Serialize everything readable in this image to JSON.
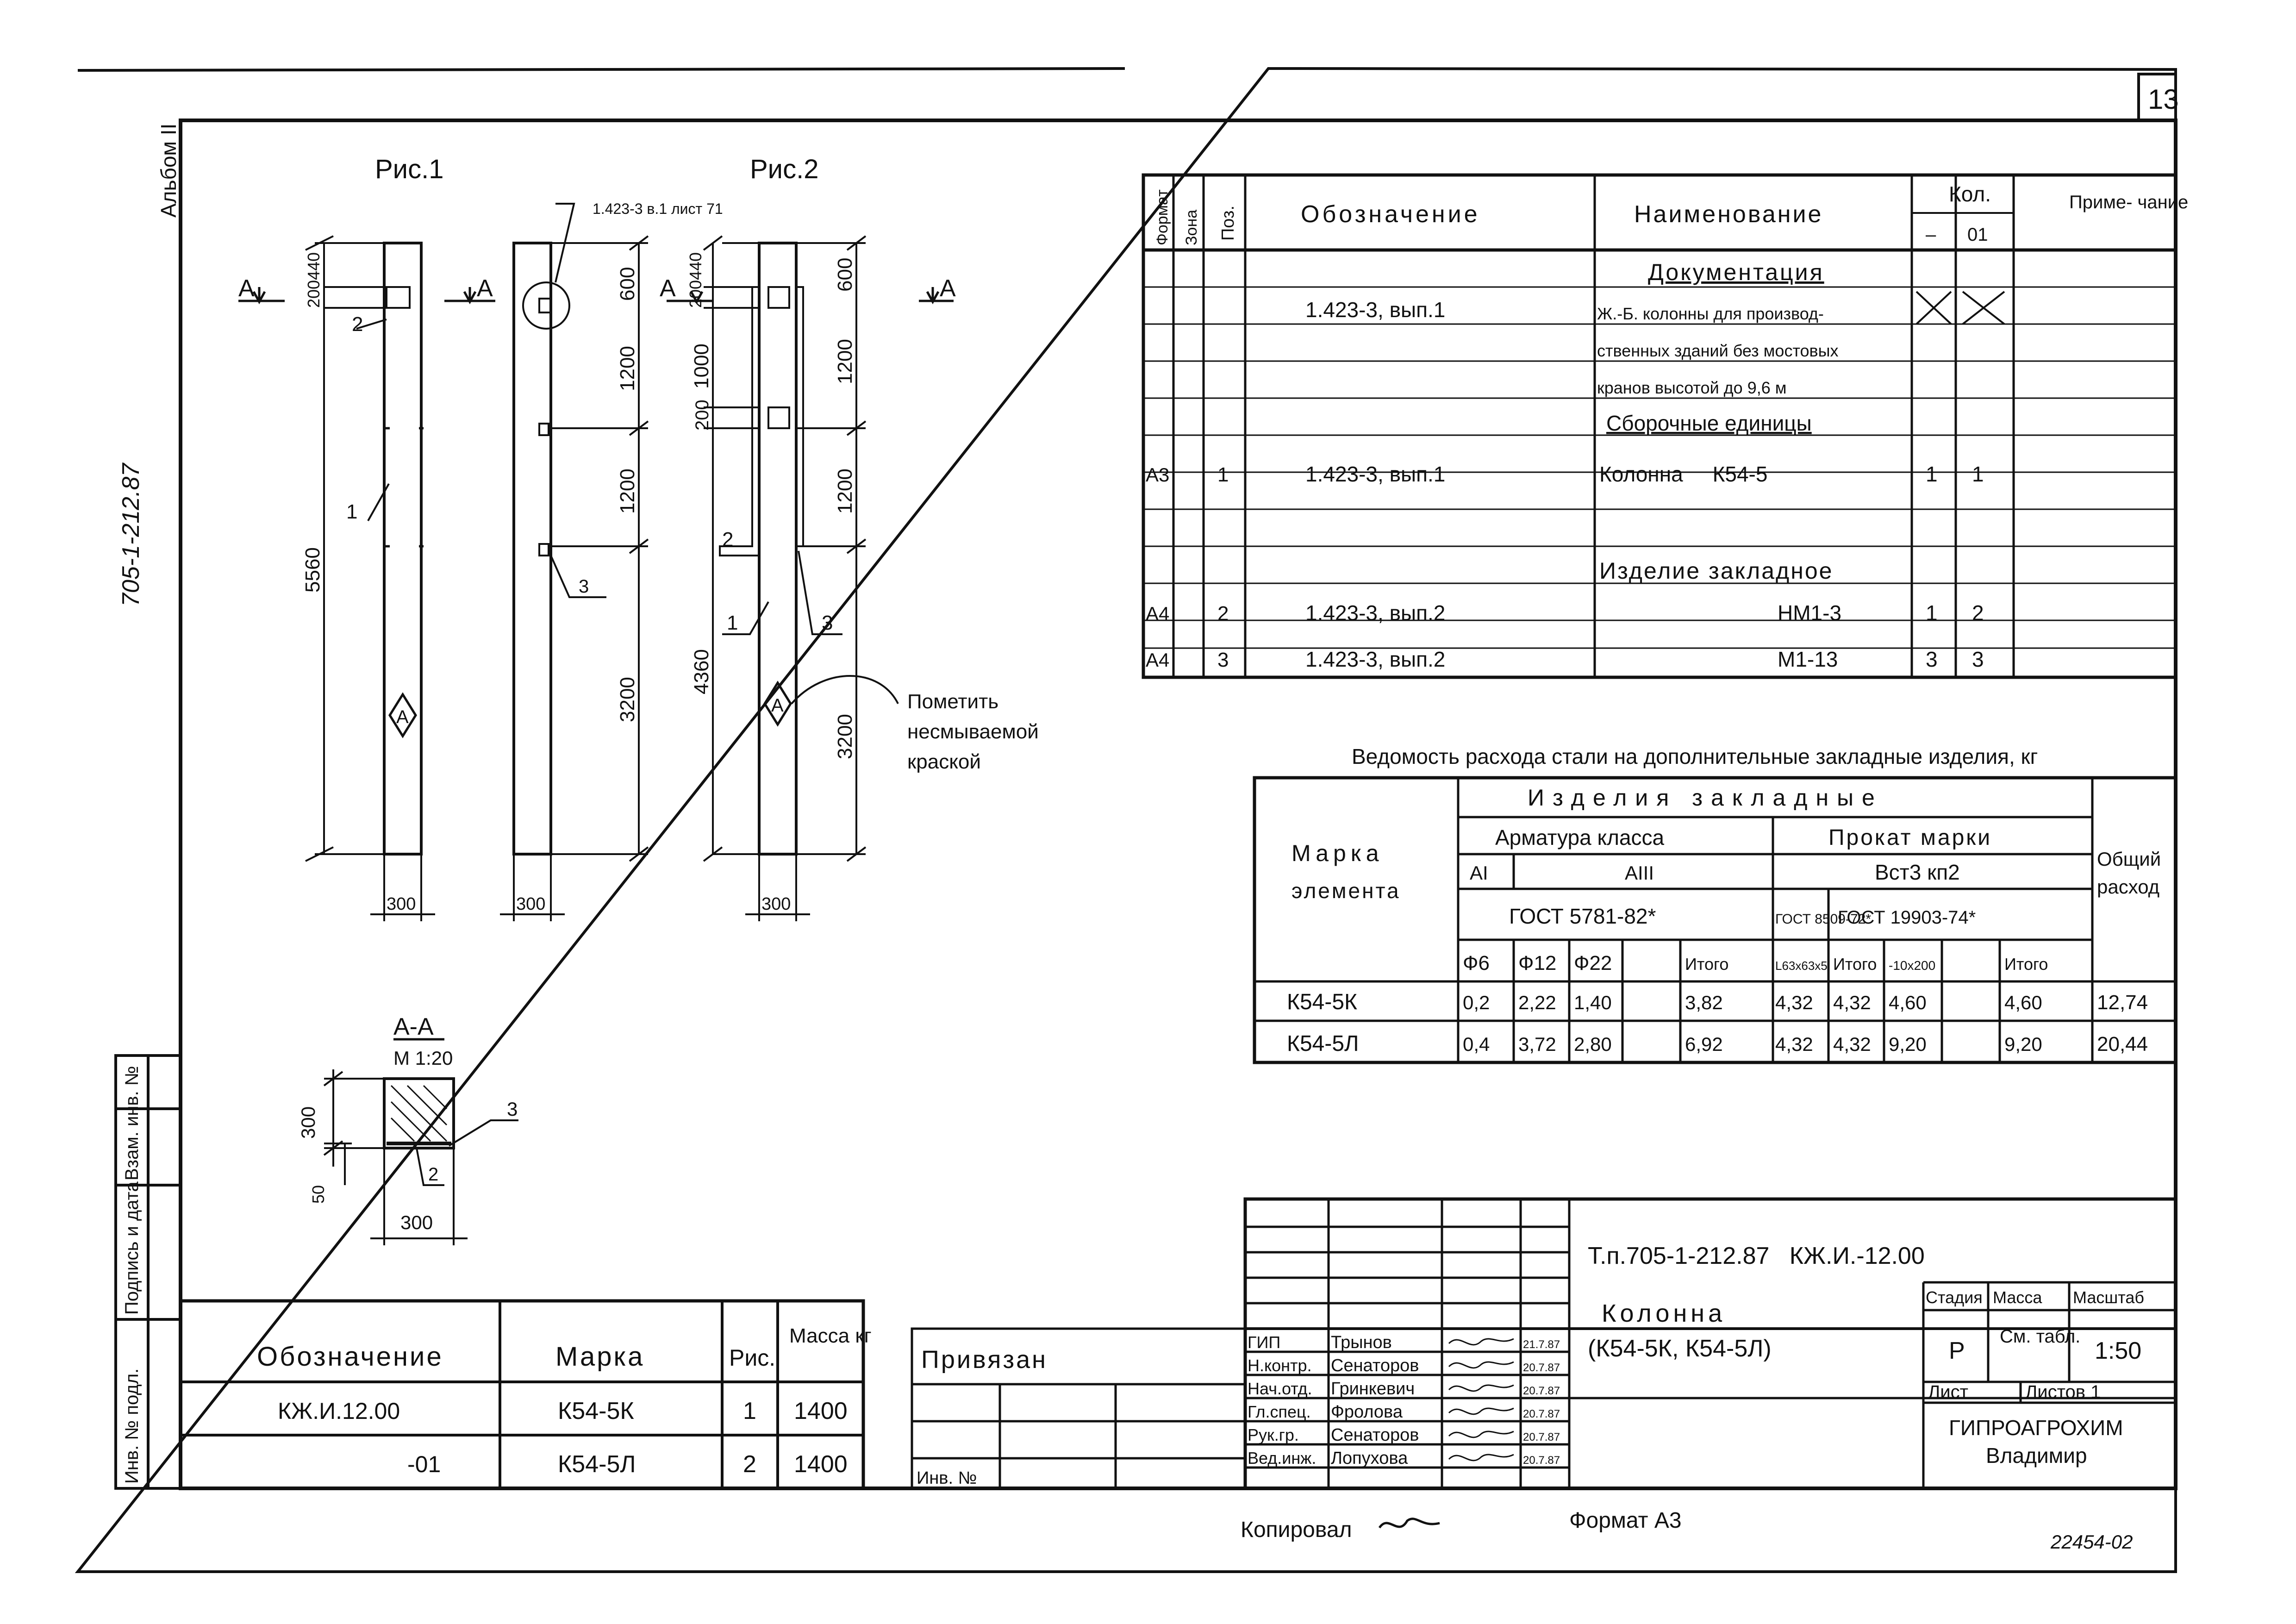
{
  "sheet_number": "13",
  "album_label": "Альбом II",
  "album_code": "705-1-212.87",
  "format_note": "Формат А3",
  "copied_by": "Копировал",
  "archive_no": "22454-02",
  "fig1": {
    "title": "Рис.1",
    "section_mark": "А"
  },
  "fig2": {
    "title": "Рис.2",
    "section_mark": "А",
    "ref_note": "1.423-3 в.1 лист 71"
  },
  "dims": {
    "d200": "200",
    "d440": "440",
    "d600": "600",
    "d1200": "1200",
    "d3200": "3200",
    "d5560": "5560",
    "d4360": "4360",
    "d1000": "1000",
    "d300": "300",
    "d50": "50"
  },
  "callouts": {
    "c1": "1",
    "c2": "2",
    "c3": "3",
    "mark_a": "А"
  },
  "paint_note": [
    "Пометить",
    "несмываемой",
    "краской"
  ],
  "section": {
    "title": "А-А",
    "scale": "М 1:20"
  },
  "spec_table": {
    "headers": {
      "format": "Формат",
      "zone": "Зона",
      "pos": "Поз.",
      "designation": "Обозначение",
      "name": "Наименование",
      "qty": "Кол.",
      "qty_dash": "–",
      "qty_01": "01",
      "note": "Приме-\nчание"
    },
    "section_docs": "Документация",
    "doc_designation": "1.423-3, вып.1",
    "doc_name_lines": [
      "Ж.-Б. колонны для производ-",
      "ственных зданий без мостовых",
      "кранов высотой до 9,6 м"
    ],
    "section_assemblies": "Сборочные единицы",
    "section_embedded": "Изделие закладное",
    "rows": [
      {
        "format": "А3",
        "pos": "1",
        "designation": "1.423-3, вып.1",
        "name": "Колонна     К54-5",
        "q1": "1",
        "q2": "1"
      },
      {
        "format": "А4",
        "pos": "2",
        "designation": "1.423-3, вып.2",
        "name": "НМ1-3",
        "q1": "1",
        "q2": "2"
      },
      {
        "format": "А4",
        "pos": "3",
        "designation": "1.423-3, вып.2",
        "name": "М1-13",
        "q1": "3",
        "q2": "3"
      }
    ]
  },
  "steel_table": {
    "title": "Ведомость расхода стали на дополнительные закладные изделия, кг",
    "h_mark": [
      "Марка",
      "элемента"
    ],
    "h_items": "Изделия закладные",
    "h_rebar": "Арматура класса",
    "h_rolled": "Прокат марки",
    "h_total": [
      "Общий",
      "расход"
    ],
    "h_ai": "АI",
    "h_aiii": "АIII",
    "h_vst": "Вст3 кп2",
    "h_gost1": "ГОСТ 5781-82*",
    "h_gost2": "ГОСТ 8509-72*",
    "h_gost3": "ГОСТ 19903-74*",
    "cols": [
      "Ф6",
      "Ф12",
      "Ф22",
      "",
      "Итого",
      "L63х63х5",
      "Итого",
      "-10х200",
      "",
      "Итого"
    ],
    "rows": [
      {
        "mark": "К54-5К",
        "v": [
          "0,2",
          "2,22",
          "1,40",
          "",
          "3,82",
          "4,32",
          "4,32",
          "4,60",
          "",
          "4,60"
        ],
        "total": "12,74"
      },
      {
        "mark": "К54-5Л",
        "v": [
          "0,4",
          "3,72",
          "2,80",
          "",
          "6,92",
          "4,32",
          "4,32",
          "9,20",
          "",
          "9,20"
        ],
        "total": "20,44"
      }
    ]
  },
  "marks_table": {
    "headers": [
      "Обозначение",
      "Марка",
      "Рис.",
      "Масса\nкг"
    ],
    "rows": [
      [
        "КЖ.И.12.00",
        "К54-5К",
        "1",
        "1400"
      ],
      [
        "-01",
        "К54-5Л",
        "2",
        "1400"
      ]
    ]
  },
  "side_stamp": [
    "Инв. № подл.",
    "Подпись и дата",
    "Взам. инв. №"
  ],
  "privyazan": {
    "label": "Привязан",
    "inv": "Инв. №"
  },
  "title_block": {
    "code": "Т.п.705-1-212.87   КЖ.И.-12.00",
    "object": [
      "Колонна",
      "(К54-5К, К54-5Л)"
    ],
    "stage_h": "Стадия",
    "mass_h": "Масса",
    "scale_h": "Масштаб",
    "stage": "Р",
    "mass": "См.\nтабл.",
    "scale": "1:50",
    "sheet_h": "Лист",
    "sheets_h": "Листов 1",
    "org": [
      "ГИПРОАГРОХИМ",
      "Владимир"
    ],
    "signers": [
      {
        "role": "ГИП",
        "name": "Трынов",
        "date": "21.7.87"
      },
      {
        "role": "Н.контр.",
        "name": "Сенаторов",
        "date": "20.7.87"
      },
      {
        "role": "Нач.отд.",
        "name": "Гринкевич",
        "date": "20.7.87"
      },
      {
        "role": "Гл.спец.",
        "name": "Фролова",
        "date": "20.7.87"
      },
      {
        "role": "Рук.гр.",
        "name": "Сенаторов",
        "date": "20.7.87"
      },
      {
        "role": "Вед.инж.",
        "name": "Лопухова",
        "date": "20.7.87"
      }
    ]
  }
}
